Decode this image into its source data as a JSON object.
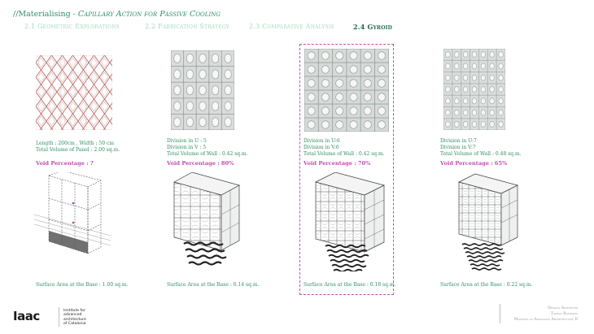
{
  "header": {
    "prefix": "//Materialising - ",
    "subtitle": "Capillary Action for Passive Cooling"
  },
  "tabs": [
    {
      "label": "2.1 Geometric Explorations",
      "active": false
    },
    {
      "label": "2.2 Fabrication Strategy",
      "active": false
    },
    {
      "label": "2.3 Comparative Analysis",
      "active": false
    },
    {
      "label": "2.4 Gyroid",
      "active": true
    }
  ],
  "panels": [
    {
      "spec": "Length : 200cm  , Width : 50 cm\nTotal Volume of Panel : 2.00 sq.m.",
      "void": "Void Percentage : ?",
      "surface": "Surface Area at the Base : 1.00 sq.m."
    },
    {
      "spec": "Division in U : 5\nDivision in V : 5\nTotal Volume of Wall : 0.42 sq.m.",
      "void": "Void Percentage : 80%",
      "surface": "Surface Area at the Base : 0.14 sq.m."
    },
    {
      "spec": "Division in U:6\nDivision in V:6\nTotal Volume of Wall : 0.42 sq.m.",
      "void": "Void Percentage : 70%",
      "surface": "Surface Area at the Base : 0.18 sq.m.",
      "selected": true
    },
    {
      "spec": "Division in U:7\nDivision in V:7\nTotal Volume of Wall : 0.48 sq.m.",
      "void": "Void Percentage : 65%",
      "surface": "Surface Area at the Base : 0.22 sq.m."
    }
  ],
  "footer": {
    "logo": "Iaac",
    "institute": "Institute for\nadvanced\narchitecture\nof Catalonia",
    "credits": "Dhyana Agnihotri\nTapras Ramesha\nMasters in Advanced Architecture II"
  },
  "colors": {
    "accent_green": "#2f8f63",
    "inactive_tab": "#a7d8c0",
    "void_magenta": "#c04bb1",
    "selection_dash": "#c44bb2",
    "pattern_red": "#b86a66"
  }
}
